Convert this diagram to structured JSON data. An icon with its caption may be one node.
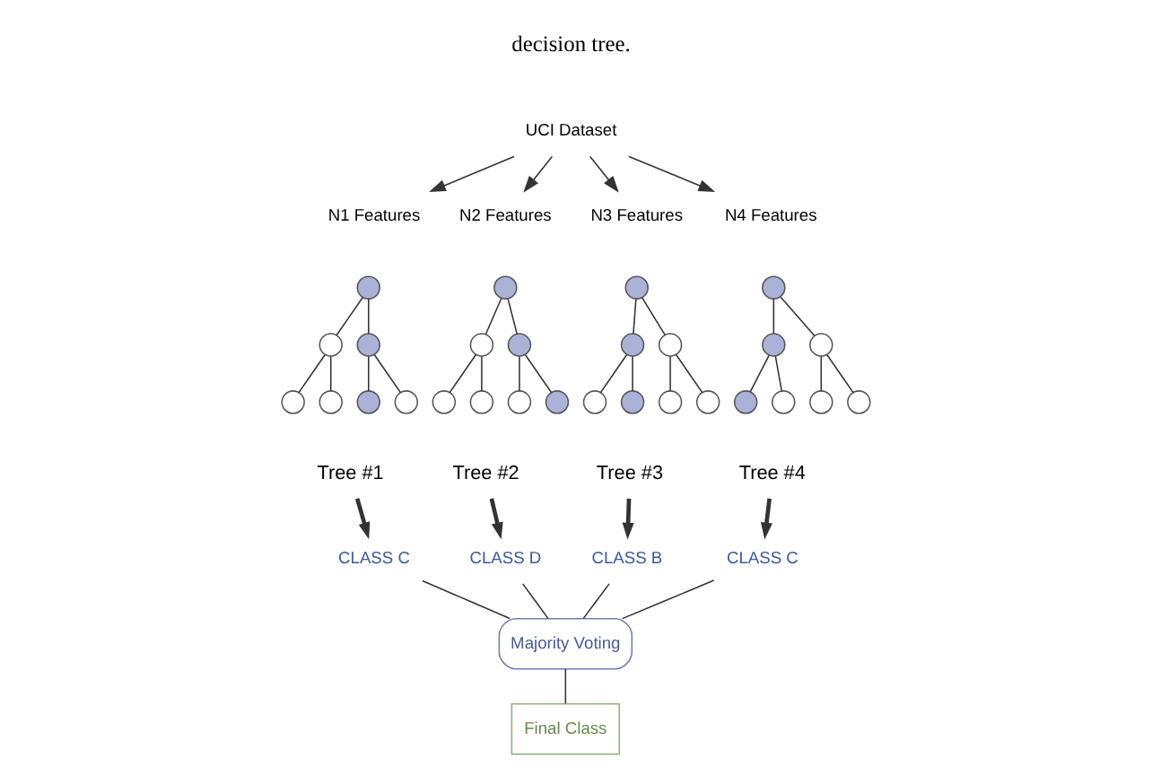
{
  "diagram": {
    "nodes": [
      {
        "text": [
          "UCI Dataset"
        ]
      },
      {
        "text": [
          "N1 Features"
        ]
      },
      {
        "text": [
          "N2 Features"
        ]
      },
      {
        "text": [
          "N3 Features"
        ]
      },
      {
        "text": [
          "N4 Features"
        ]
      },
      {
        "text": [],
        "shape": "circle"
      },
      {
        "text": [],
        "shape": "circle"
      },
      {
        "text": [],
        "shape": "circle"
      },
      {
        "text": [],
        "shape": "circle"
      },
      {
        "text": [],
        "shape": "circle"
      },
      {
        "text": [],
        "shape": "circle"
      },
      {
        "text": [],
        "shape": "circle"
      },
      {
        "text": [],
        "shape": "circle"
      },
      {
        "text": [],
        "shape": "circle"
      },
      {
        "text": [],
        "shape": "circle"
      },
      {
        "text": [],
        "shape": "circle"
      },
      {
        "text": [],
        "shape": "circle"
      },
      {
        "text": [],
        "shape": "circle"
      },
      {
        "text": [],
        "shape": "circle"
      },
      {
        "text": [],
        "shape": "circle"
      },
      {
        "text": [],
        "shape": "circle"
      },
      {
        "text": [],
        "shape": "circle"
      },
      {
        "text": [],
        "shape": "circle"
      },
      {
        "text": [],
        "shape": "circle"
      },
      {
        "text": [],
        "shape": "circle"
      },
      {
        "text": [],
        "shape": "circle"
      },
      {
        "text": [],
        "shape": "circle"
      },
      {
        "text": [],
        "shape": "circle"
      },
      {
        "text": [],
        "shape": "circle"
      },
      {
        "text": [],
        "shape": "circle"
      },
      {
        "text": [],
        "shape": "circle"
      },
      {
        "text": [],
        "shape": "circle"
      },
      {
        "text": [],
        "shape": "circle"
      },
      {
        "text": [
          "Tree #1"
        ]
      },
      {
        "text": [
          "Tree #2"
        ]
      },
      {
        "text": [
          "Tree #3"
        ]
      },
      {
        "text": [
          "Tree #4"
        ]
      },
      {
        "text": [
          "CLASS C"
        ]
      },
      {
        "text": [
          "CLASS D"
        ]
      },
      {
        "text": [
          "CLASS B"
        ]
      },
      {
        "text": [
          "CLASS C"
        ]
      },
      {
        "text": [
          "Majority Voting"
        ]
      },
      {
        "text": [
          "Final Class"
        ]
      }
    ],
    "edges": [
      {
        "from": 0,
        "to": 1,
        "arrow": "to"
      },
      {
        "from": 0,
        "to": 2,
        "arrow": "to"
      },
      {
        "from": 0,
        "to": 3,
        "arrow": "to"
      },
      {
        "from": 0,
        "to": 4,
        "arrow": "to"
      },
      {
        "from": 5,
        "to": 6,
        "arrow": "none"
      },
      {
        "from": 5,
        "to": 7,
        "arrow": "none"
      },
      {
        "from": 6,
        "to": 8,
        "arrow": "none"
      },
      {
        "from": 6,
        "to": 9,
        "arrow": "none"
      },
      {
        "from": 7,
        "to": 10,
        "arrow": "none"
      },
      {
        "from": 7,
        "to": 11,
        "arrow": "none"
      },
      {
        "from": 12,
        "to": 13,
        "arrow": "none"
      },
      {
        "from": 12,
        "to": 14,
        "arrow": "none"
      },
      {
        "from": 13,
        "to": 15,
        "arrow": "none"
      },
      {
        "from": 13,
        "to": 16,
        "arrow": "none"
      },
      {
        "from": 14,
        "to": 17,
        "arrow": "none"
      },
      {
        "from": 14,
        "to": 18,
        "arrow": "none"
      },
      {
        "from": 19,
        "to": 20,
        "arrow": "none"
      },
      {
        "from": 19,
        "to": 21,
        "arrow": "none"
      },
      {
        "from": 20,
        "to": 22,
        "arrow": "none"
      },
      {
        "from": 20,
        "to": 23,
        "arrow": "none"
      },
      {
        "from": 21,
        "to": 24,
        "arrow": "none"
      },
      {
        "from": 21,
        "to": 25,
        "arrow": "none"
      },
      {
        "from": 26,
        "to": 27,
        "arrow": "none"
      },
      {
        "from": 26,
        "to": 28,
        "arrow": "none"
      },
      {
        "from": 27,
        "to": 29,
        "arrow": "none"
      },
      {
        "from": 27,
        "to": 30,
        "arrow": "none"
      },
      {
        "from": 28,
        "to": 31,
        "arrow": "none"
      },
      {
        "from": 28,
        "to": 32,
        "arrow": "none"
      },
      {
        "from": 33,
        "to": 37,
        "arrow": "to",
        "style": "thick"
      },
      {
        "from": 34,
        "to": 38,
        "arrow": "to",
        "style": "thick"
      },
      {
        "from": 35,
        "to": 39,
        "arrow": "to",
        "style": "thick"
      },
      {
        "from": 36,
        "to": 40,
        "arrow": "to",
        "style": "thick"
      },
      {
        "from": 37,
        "to": 41,
        "arrow": "none"
      },
      {
        "from": 38,
        "to": 41,
        "arrow": "none"
      },
      {
        "from": 39,
        "to": 41,
        "arrow": "none"
      },
      {
        "from": 40,
        "to": 41,
        "arrow": "none"
      },
      {
        "from": 41,
        "to": 42,
        "arrow": "none"
      }
    ],
    "labels": [
      "decision tree."
    ]
  }
}
